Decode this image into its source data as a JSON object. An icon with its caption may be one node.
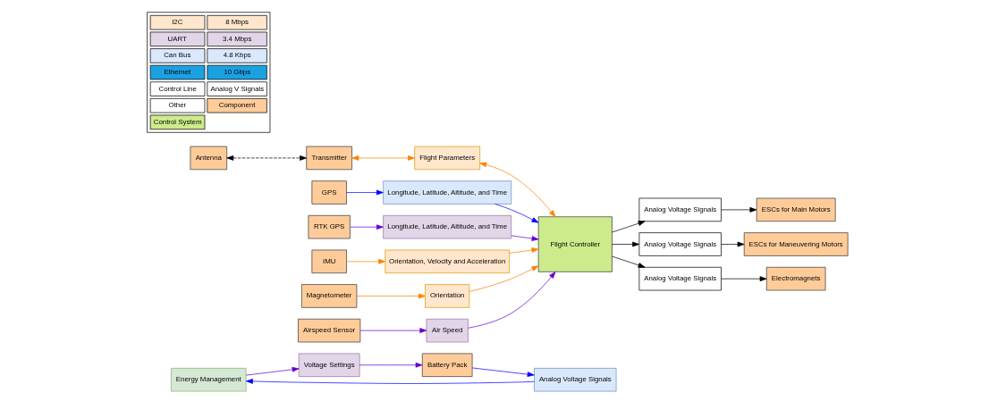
{
  "diagram": {
    "nodes": [
      {
        "text": [
          "Energy Management"
        ]
      },
      {
        "text": [
          "Analog Voltage Signals"
        ]
      },
      {
        "text": [
          "Voltage Settings"
        ]
      },
      {
        "text": [
          "Battery Pack"
        ]
      },
      {
        "text": [
          "ESCs for Main Motors"
        ]
      },
      {
        "text": [
          "Analog Voltage Signals"
        ]
      },
      {
        "text": [
          "Antenna"
        ]
      },
      {
        "text": [
          "Transmitter"
        ]
      },
      {
        "text": [
          "Flight Parameters"
        ]
      },
      {
        "text": [
          "Analog Voltage Signals"
        ]
      },
      {
        "text": [
          "ESCs for Maneuvering Motors"
        ]
      },
      {
        "text": [
          "GPS"
        ]
      },
      {
        "text": [
          "Longitude, Latitude, Altitude, and Time"
        ]
      },
      {
        "text": [
          "Flight Controller"
        ]
      },
      {
        "text": [
          "Analog Voltage Signals"
        ]
      },
      {
        "text": [
          "Electromagnets"
        ]
      },
      {
        "text": [
          "RTK GPS"
        ]
      },
      {
        "text": [
          "Longitude, Latitude, Altitude, and Time"
        ]
      },
      {
        "text": [
          "Orientation, Velocity and Acceleration"
        ]
      },
      {
        "text": [
          "IMU"
        ]
      },
      {
        "text": [
          "Magnetometer"
        ]
      },
      {
        "text": [
          "Orientation"
        ]
      },
      {
        "text": [
          "Air Speed"
        ]
      },
      {
        "text": [
          "Airspeed Sensor"
        ]
      }
    ],
    "edges": [
      {
        "from": 1,
        "to": 0,
        "arrow": "to",
        "color": "#0000ff"
      },
      {
        "from": 0,
        "to": 2,
        "arrow": "to",
        "color": "#6600cc"
      },
      {
        "from": 2,
        "to": 3,
        "arrow": "to",
        "color": "#6600cc"
      },
      {
        "from": 3,
        "to": 1,
        "arrow": "to",
        "color": "#0000ff"
      },
      {
        "from": 13,
        "to": 5,
        "arrow": "to"
      },
      {
        "from": 5,
        "to": 4,
        "arrow": "to"
      },
      {
        "from": 6,
        "to": 7,
        "arrow": "both",
        "style": "dashed"
      },
      {
        "from": 7,
        "to": 8,
        "arrow": "both",
        "color": "#ff8000"
      },
      {
        "from": 8,
        "to": 13,
        "arrow": "both",
        "color": "#ff8000"
      },
      {
        "from": 13,
        "to": 9,
        "arrow": "to"
      },
      {
        "from": 9,
        "to": 10,
        "arrow": "to"
      },
      {
        "from": 11,
        "to": 12,
        "arrow": "to",
        "color": "#0000ff"
      },
      {
        "from": 12,
        "to": 13,
        "arrow": "to",
        "color": "#0000ff"
      },
      {
        "from": 13,
        "to": 14,
        "arrow": "to"
      },
      {
        "from": 14,
        "to": 15,
        "arrow": "to"
      },
      {
        "from": 16,
        "to": 17,
        "arrow": "to",
        "color": "#6600cc"
      },
      {
        "from": 17,
        "to": 13,
        "arrow": "to",
        "color": "#6600cc"
      },
      {
        "from": 19,
        "to": 18,
        "arrow": "to",
        "color": "#ff8000"
      },
      {
        "from": 18,
        "to": 13,
        "arrow": "to",
        "color": "#ff8000"
      },
      {
        "from": 20,
        "to": 21,
        "arrow": "to",
        "color": "#ff8000"
      },
      {
        "from": 21,
        "to": 13,
        "arrow": "to",
        "color": "#ff8000"
      },
      {
        "from": 23,
        "to": 22,
        "arrow": "to",
        "color": "#6600cc"
      },
      {
        "from": 22,
        "to": 13,
        "arrow": "to",
        "color": "#6600cc"
      }
    ],
    "legend": [
      {
        "text": "I2C",
        "color": "#ffe6cc"
      },
      {
        "text": "8 Mbps",
        "color": "#ffe6cc"
      },
      {
        "text": "UART",
        "color": "#e1d5e7"
      },
      {
        "text": "3.4 Mbps",
        "color": "#e1d5e7"
      },
      {
        "text": "Can Bus",
        "color": "#dae8fc"
      },
      {
        "text": "4.8 Kbps",
        "color": "#dae8fc"
      },
      {
        "text": "Ethernet",
        "color": "#1ba1e2"
      },
      {
        "text": "10 Gbps",
        "color": "#1ba1e2"
      },
      {
        "text": "Control Line",
        "color": "#ffffff"
      },
      {
        "text": "Analog V Signals",
        "color": "#ffffff"
      },
      {
        "text": "Other",
        "color": "#ffffff"
      },
      {
        "text": "Component",
        "color": "#ffcc99"
      },
      {
        "text": "Control System",
        "color": "#cdeb8b"
      }
    ]
  }
}
